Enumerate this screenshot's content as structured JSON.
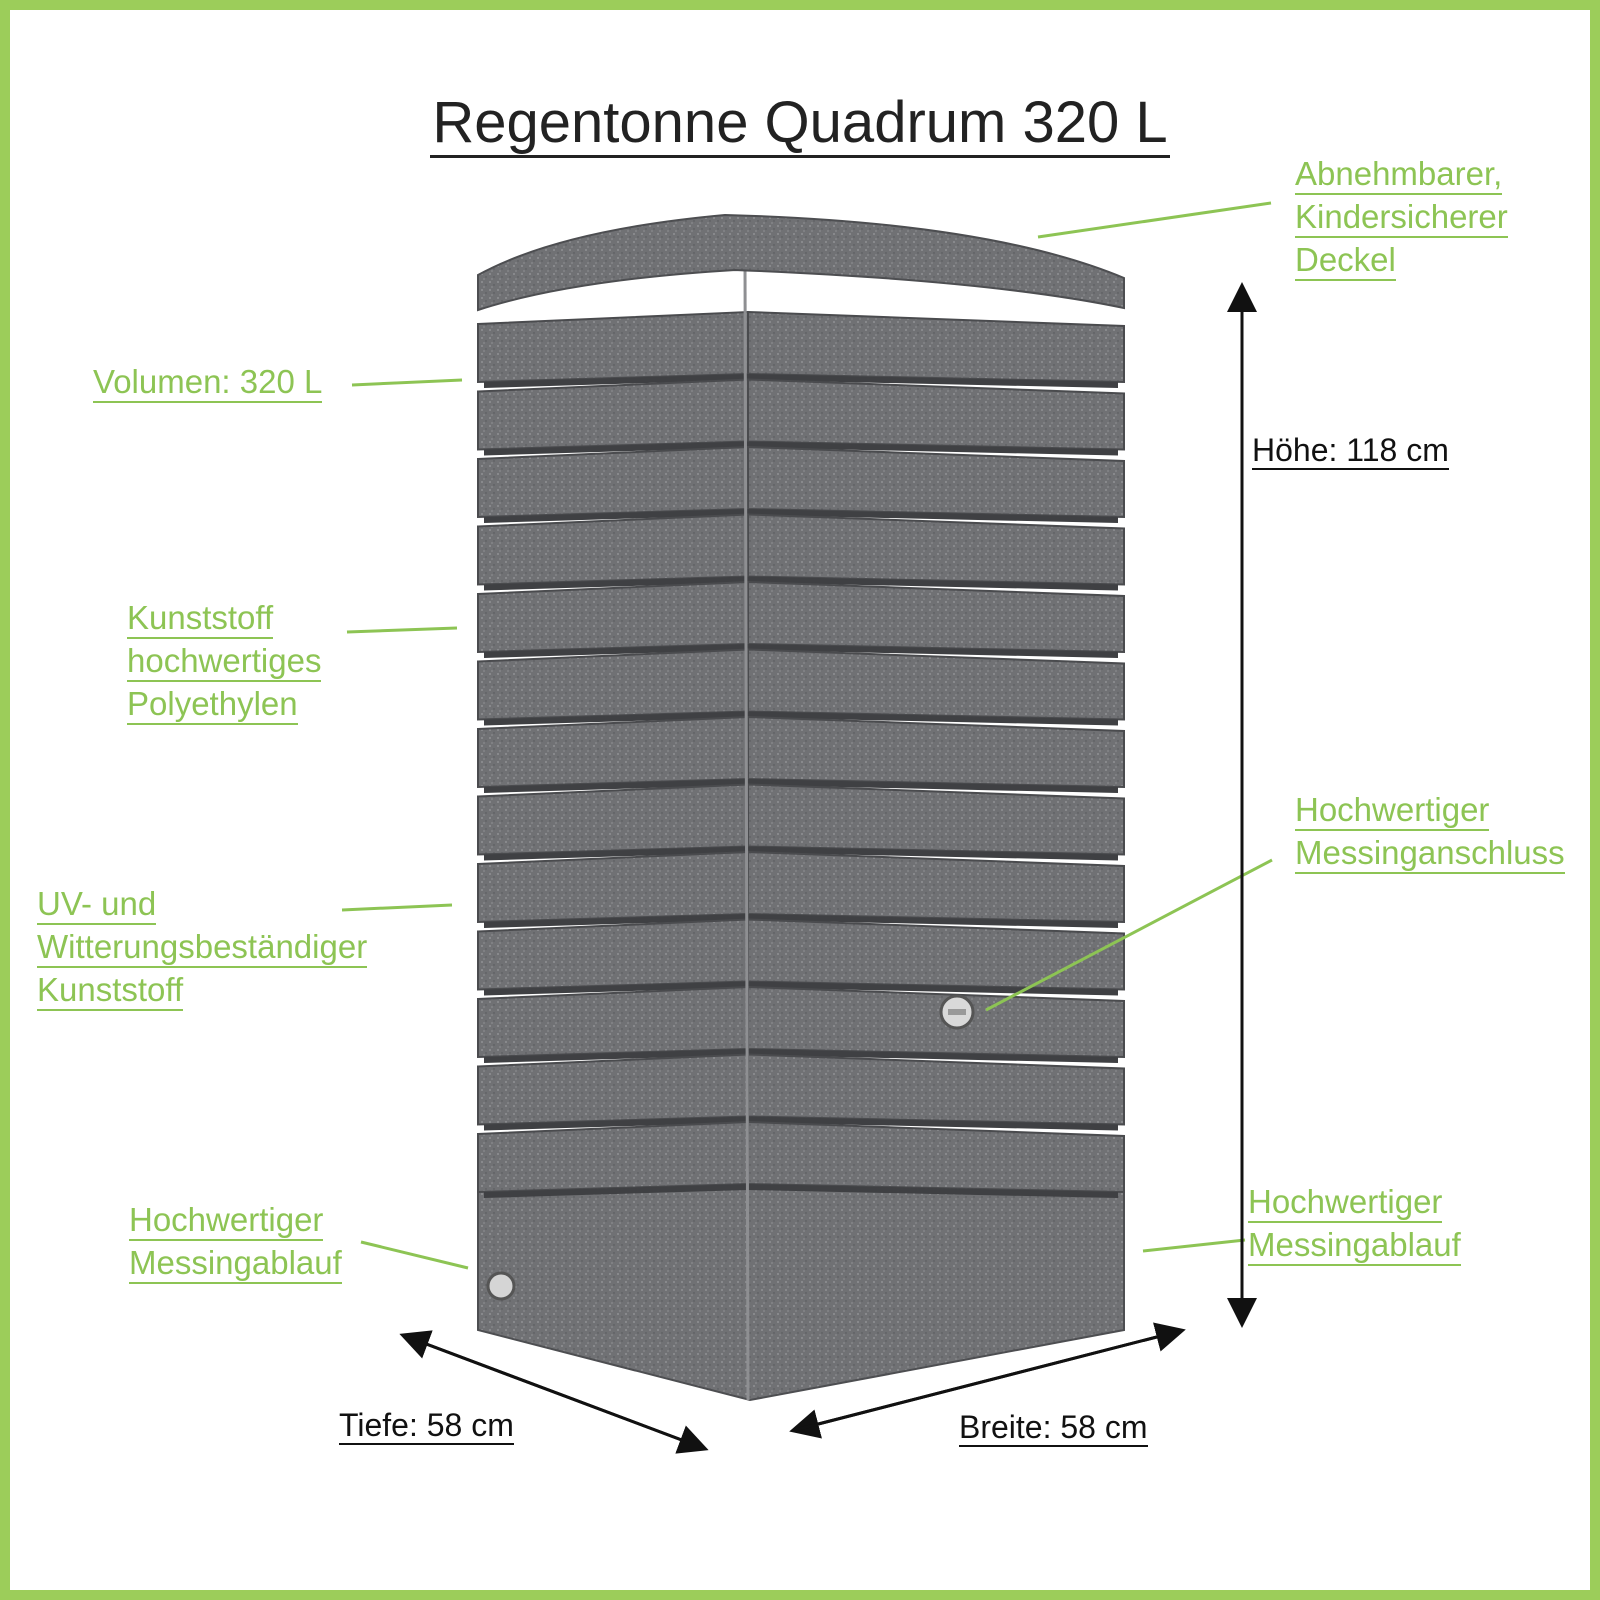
{
  "title": "Regentonne Quadrum 320 L",
  "labels": {
    "lid": [
      "Abnehmbarer,",
      "Kindersicherer",
      "Deckel"
    ],
    "volume": "Volumen: 320 L",
    "material": [
      "Kunststoff",
      "hochwertiges",
      "Polyethylen"
    ],
    "uv": [
      "UV- und",
      "Witterungsbeständiger",
      "Kunststoff"
    ],
    "connector": [
      "Hochwertiger",
      "Messinganschluss"
    ],
    "drain_left": [
      "Hochwertiger",
      "Messingablauf"
    ],
    "drain_right": [
      "Hochwertiger",
      "Messingablauf"
    ]
  },
  "dimensions": {
    "height": "Höhe: 118 cm",
    "depth": "Tiefe: 58 cm",
    "width": "Breite: 58 cm"
  },
  "colors": {
    "frame": "#9ccd5a",
    "label": "#8dc454",
    "barrel": "#6d6e71",
    "barrel_light": "#8a8b8e",
    "text": "#222222"
  }
}
